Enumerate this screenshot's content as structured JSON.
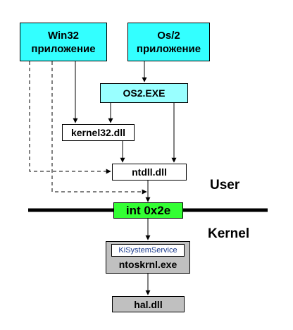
{
  "nodes": {
    "win32_app": {
      "line1": "Win32",
      "line2": "приложение",
      "fill": "#33ffff"
    },
    "os2_app": {
      "line1": "Os/2",
      "line2": "приложение",
      "fill": "#33ffff"
    },
    "os2_exe": {
      "label": "OS2.EXE",
      "fill": "#99ffff"
    },
    "kernel32": {
      "label": "kernel32.dll",
      "fill": "#ffffff"
    },
    "ntdll": {
      "label": "ntdll.dll",
      "fill": "#ffffff"
    },
    "interrupt": {
      "label": "int 0x2e",
      "fill": "#33ff33"
    },
    "ki_service": {
      "label": "KiSystemService",
      "fill": "#ffffff",
      "text_color": "#1a3a8c"
    },
    "ntoskrnl": {
      "label": "ntoskrnl.exe",
      "fill": "#c0c0c0"
    },
    "hal": {
      "label": "hal.dll",
      "fill": "#c0c0c0"
    }
  },
  "regions": {
    "user": "User",
    "kernel": "Kernel"
  }
}
